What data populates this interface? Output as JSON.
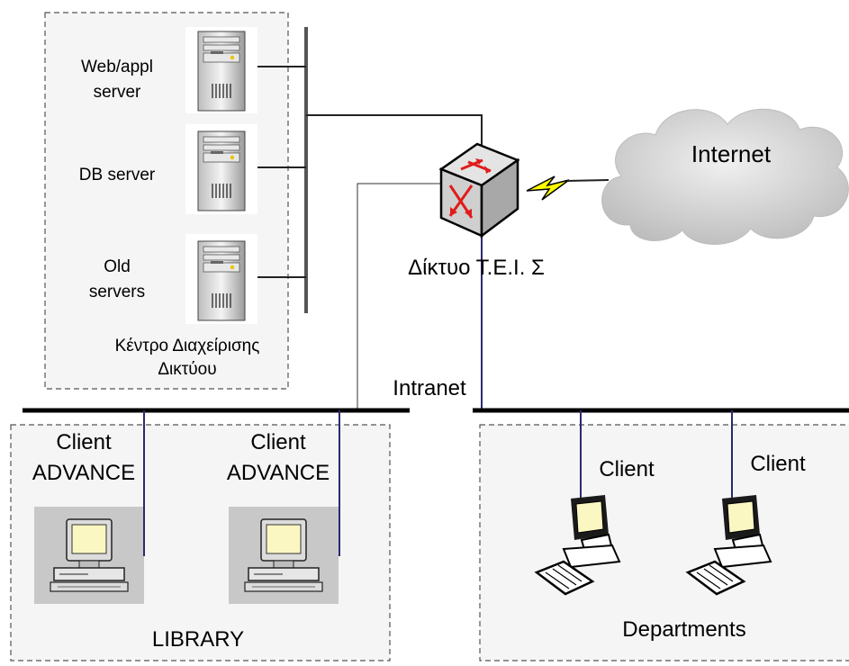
{
  "server_group": {
    "caption_line1": "Κέντρο Διαχείρισης",
    "caption_line2": "Δικτύου",
    "servers": [
      {
        "line1": "Web/appl",
        "line2": "server"
      },
      {
        "line1": "DB server",
        "line2": ""
      },
      {
        "line1": "Old",
        "line2": "servers"
      }
    ]
  },
  "router": {
    "label": "Δίκτυο Τ.Ε.Ι. Σ"
  },
  "cloud": {
    "label": "Internet"
  },
  "network": {
    "intranet_label": "Intranet"
  },
  "library": {
    "label": "LIBRARY",
    "clients": [
      {
        "line1": "Client",
        "line2": "ADVANCE"
      },
      {
        "line1": "Client",
        "line2": "ADVANCE"
      }
    ]
  },
  "departments": {
    "label": "Departments",
    "clients": [
      {
        "label": "Client"
      },
      {
        "label": "Client"
      }
    ]
  },
  "colors": {
    "link_line": "#2a2a6e",
    "bus": "#000000",
    "dashed_box": "#555555",
    "box_fill": "#f5f5f5",
    "cloud_fill": "#d9d9d9",
    "lightning": "#ffff00",
    "router_arrow": "#e01b1b",
    "monitor_screen": "#fbf7c2"
  }
}
